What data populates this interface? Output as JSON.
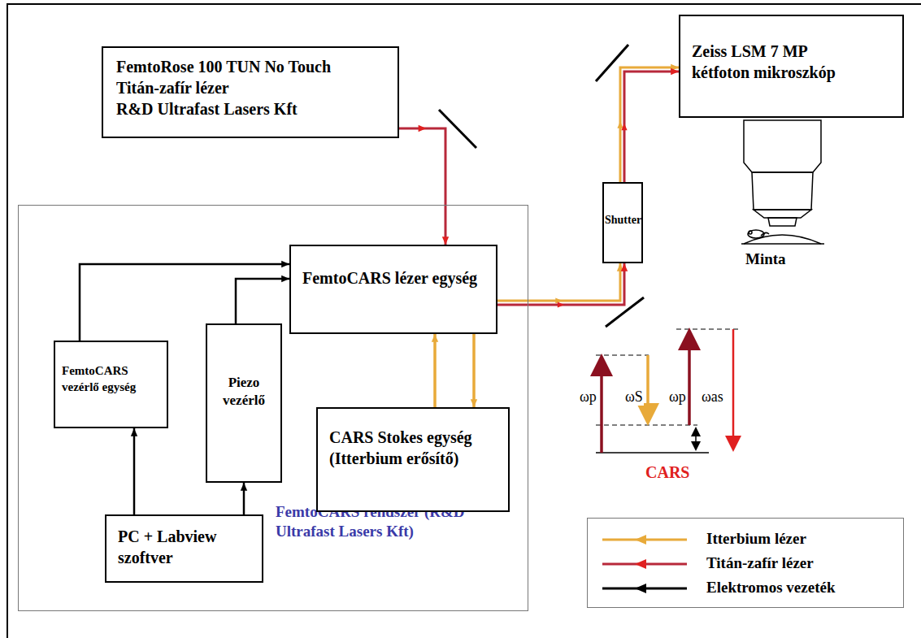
{
  "diagram": {
    "nodes": [
      {
        "text": [
          "FemtoRose 100 TUN No Touch",
          "Titán-zafír lézer",
          "R&D Ultrafast Lasers Kft"
        ]
      },
      {
        "text": [
          "Zeiss LSM 7 MP",
          "kétfoton mikroszkóp"
        ]
      },
      {
        "text": [
          "FemtoCARS rendszer (R&D Ultrafast Lasers Kft)"
        ]
      },
      {
        "text": [
          "FemtoCARS lézer egység"
        ],
        "in": 2
      },
      {
        "text": [
          "FemtoCARS vezérlő egység"
        ],
        "in": 2
      },
      {
        "text": [
          "Piezo vezérlő"
        ],
        "in": 2
      },
      {
        "text": [
          "CARS Stokes egység (Itterbium erősítő)"
        ],
        "in": 2
      },
      {
        "text": [
          "PC + Labview szoftver"
        ],
        "in": 2
      },
      {
        "text": [
          "Shutter"
        ]
      }
    ],
    "edges": [
      {
        "from": 0,
        "to": 3,
        "arrow": "to"
      },
      {
        "from": 3,
        "to": 8,
        "arrow": "to"
      },
      {
        "from": 8,
        "to": 1,
        "arrow": "to"
      },
      {
        "from": 7,
        "to": 4,
        "arrow": "to"
      },
      {
        "from": 7,
        "to": 5,
        "arrow": "to"
      },
      {
        "from": 4,
        "to": 3,
        "arrow": "to"
      },
      {
        "from": 5,
        "to": 3,
        "arrow": "to"
      },
      {
        "from": 6,
        "to": 3,
        "arrow": "to"
      },
      {
        "from": 3,
        "to": 6,
        "arrow": "to"
      }
    ],
    "labels": [
      "Minta",
      "ωp",
      "ωS",
      "ωp",
      "ωas",
      "CARS"
    ],
    "legend": [
      {
        "text": "Itterbium lézer"
      },
      {
        "text": "Titán-zafír lézer"
      },
      {
        "text": "Elektromos vezeték"
      }
    ]
  }
}
